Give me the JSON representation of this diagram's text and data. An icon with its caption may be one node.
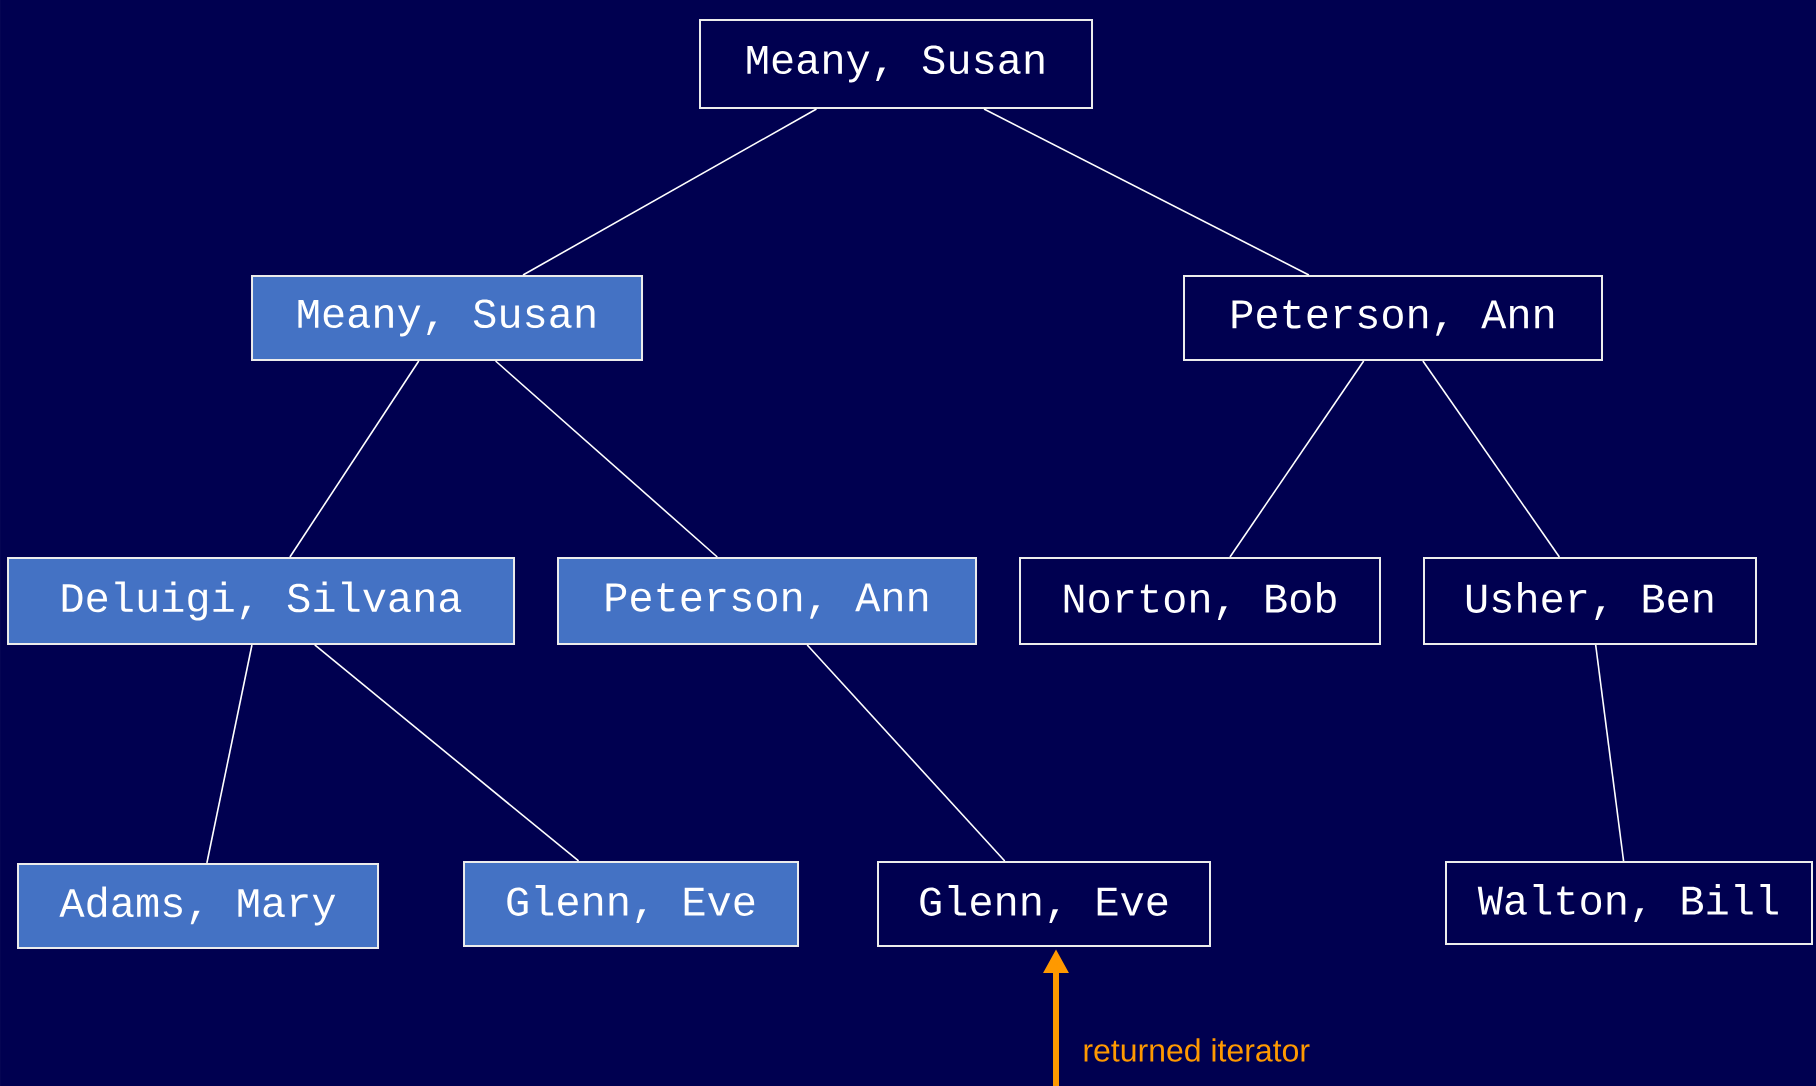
{
  "diagram": {
    "nodes": [
      {
        "text": [
          "Meany, Susan"
        ]
      },
      {
        "text": [
          "Meany, Susan"
        ]
      },
      {
        "text": [
          "Peterson, Ann"
        ]
      },
      {
        "text": [
          "Deluigi, Silvana"
        ]
      },
      {
        "text": [
          "Peterson, Ann"
        ]
      },
      {
        "text": [
          "Norton, Bob"
        ]
      },
      {
        "text": [
          "Usher, Ben"
        ]
      },
      {
        "text": [
          "Adams, Mary"
        ]
      },
      {
        "text": [
          "Glenn, Eve"
        ]
      },
      {
        "text": [
          "Glenn, Eve"
        ]
      },
      {
        "text": [
          "Walton, Bill"
        ]
      }
    ],
    "edges": [
      {
        "from": 0,
        "to": 1,
        "arrow": "none"
      },
      {
        "from": 0,
        "to": 2,
        "arrow": "none"
      },
      {
        "from": 1,
        "to": 3,
        "arrow": "none"
      },
      {
        "from": 1,
        "to": 4,
        "arrow": "none"
      },
      {
        "from": 2,
        "to": 5,
        "arrow": "none"
      },
      {
        "from": 2,
        "to": 6,
        "arrow": "none"
      },
      {
        "from": 3,
        "to": 7,
        "arrow": "none"
      },
      {
        "from": 3,
        "to": 8,
        "arrow": "none"
      },
      {
        "from": 4,
        "to": 9,
        "arrow": "none"
      },
      {
        "from": 6,
        "to": 10,
        "arrow": "none"
      },
      {
        "from": null,
        "to": 9,
        "arrow": "to",
        "label": "returned iterator",
        "style": "thick",
        "color": "#ff9900"
      }
    ]
  }
}
